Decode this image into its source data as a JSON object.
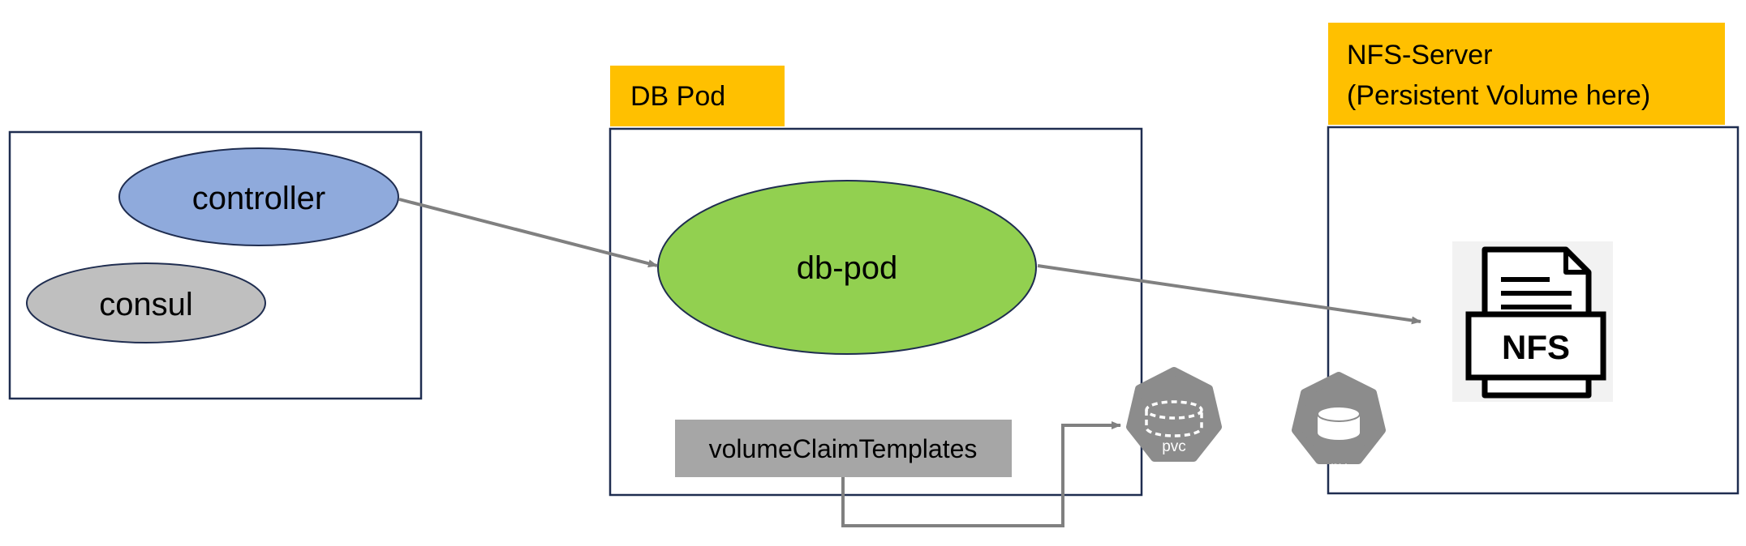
{
  "left_group": {
    "controller_label": "controller",
    "consul_label": "consul"
  },
  "db_pod": {
    "title": "DB Pod",
    "node_label": "db-pod",
    "templates_label": "volumeClaimTemplates"
  },
  "nfs_server": {
    "title_line1": "NFS-Server",
    "title_line2": "(Persistent Volume here)",
    "icon_label": "NFS"
  },
  "k8s_icons": {
    "pvc_label": "pvc",
    "pv_label": "pv"
  },
  "colors": {
    "border": "#1f2d50",
    "controller_fill": "#8faadc",
    "consul_fill": "#bfbfbf",
    "db_pod_fill": "#92d050",
    "header_fill": "#ffc000",
    "templates_fill": "#a6a6a6",
    "arrow": "#808080",
    "k8s_icon": "#8c8c8c"
  },
  "icons": [
    "pvc-icon",
    "pv-icon",
    "nfs-file-icon"
  ]
}
